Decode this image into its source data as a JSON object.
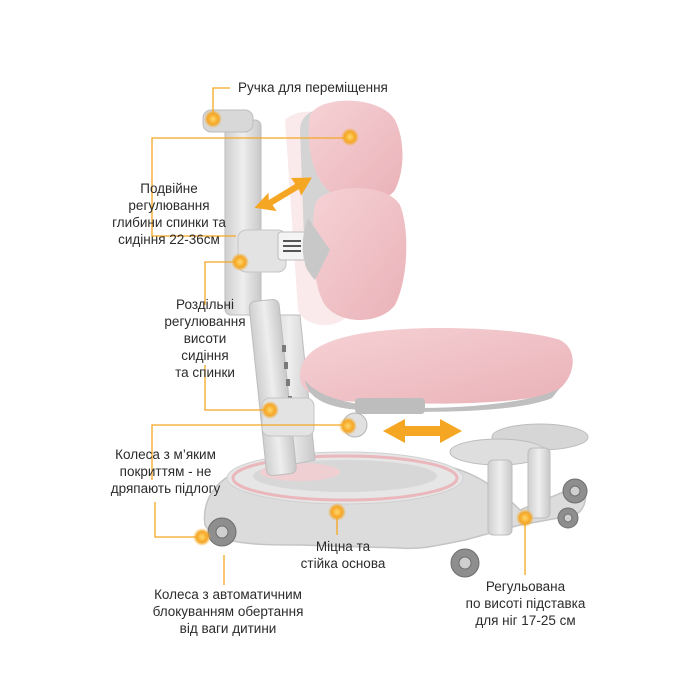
{
  "callouts": {
    "handle": {
      "lines": [
        "Ручка для переміщення"
      ]
    },
    "depth": {
      "lines": [
        "Подвійне",
        "регулювання",
        "глибини спинки та",
        "сидіння 22-36см"
      ]
    },
    "height": {
      "lines": [
        "Роздільні",
        "регулювання",
        "висоти",
        "сидіння",
        "та спинки"
      ]
    },
    "soft_wheels": {
      "lines": [
        "Колеса з м’яким",
        "покриттям - не",
        "дряпають підлогу"
      ]
    },
    "base": {
      "lines": [
        "Міцна та",
        "стійка основа"
      ]
    },
    "lock_wheels": {
      "lines": [
        "Колеса з автоматичним",
        "блокуванням обертання",
        "від ваги дитини"
      ]
    },
    "footrest": {
      "lines": [
        "Регульована",
        "по висоті підставка",
        "для ніг 17-25 см"
      ]
    }
  },
  "colors": {
    "accent": "#f5a623",
    "upholstery": "#f2c4c8",
    "frame": "#d9d9d9",
    "line": "#f5a623"
  },
  "icons": [
    "marker-dot-icon",
    "double-arrow-icon"
  ]
}
